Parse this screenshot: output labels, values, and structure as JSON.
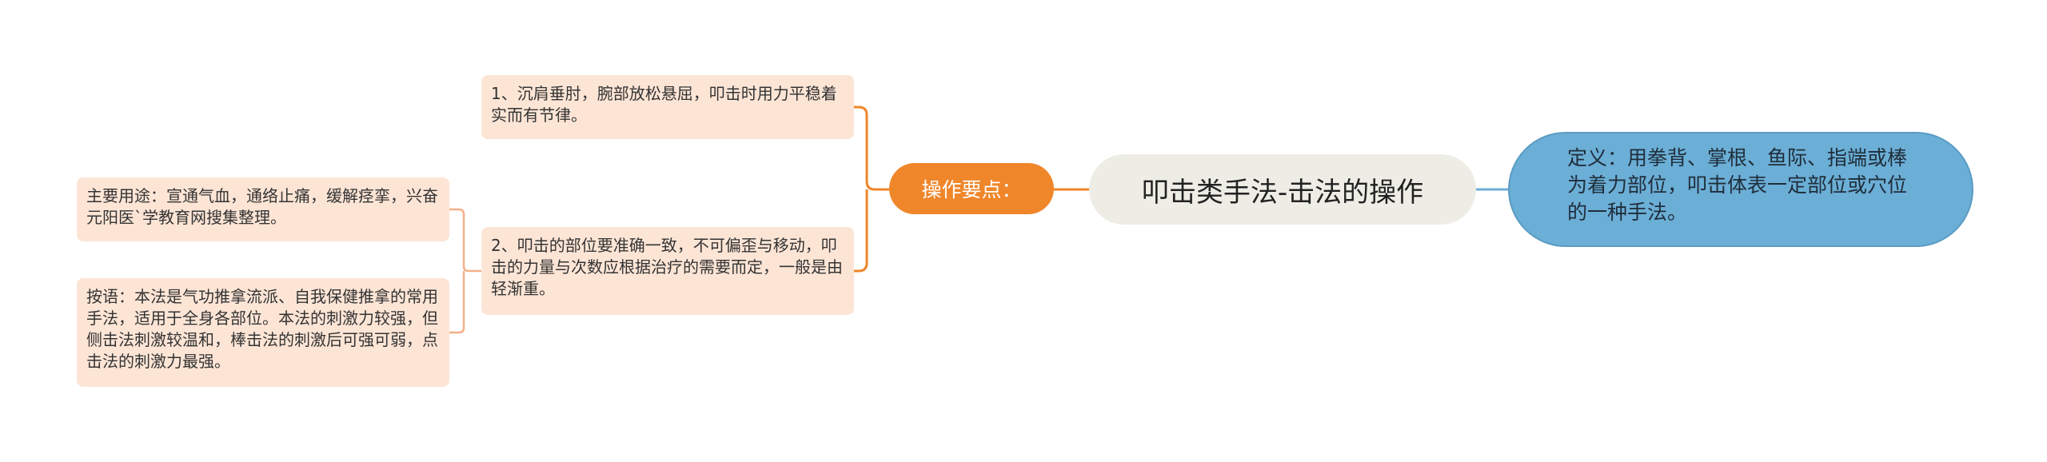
{
  "mindmap": {
    "root": "叩击类手法-击法的操作",
    "definition": "定义：用拳背、掌根、鱼际、指端或棒为着力部位，叩击体表一定部位或穴位的一种手法。",
    "operation_label": "操作要点：",
    "points": [
      "1、沉肩垂肘，腕部放松悬屈，叩击时用力平稳着实而有节律。",
      "2、叩击的部位要准确一致，不可偏歪与移动，叩击的力量与次数应根据治疗的需要而定，一般是由轻渐重。"
    ],
    "notes": [
      "主要用途：宣通气血，通络止痛，缓解痉挛，兴奋元阳医`学教育网搜集整理。",
      "按语：本法是气功推拿流派、自我保健推拿的常用手法，适用于全身各部位。本法的刺激力较强，但侧击法刺激较温和，棒击法的刺激后可强可弱，点击法的刺激力最强。"
    ]
  },
  "colors": {
    "root_bg": "#eeede5",
    "definition_bg": "#6baed6",
    "definition_connector": "#6baed6",
    "operation_bg": "#f0862a",
    "operation_connector": "#f0862a",
    "leaf_bg": "#fde5d6",
    "leaf_connector": "#f4b08a"
  }
}
